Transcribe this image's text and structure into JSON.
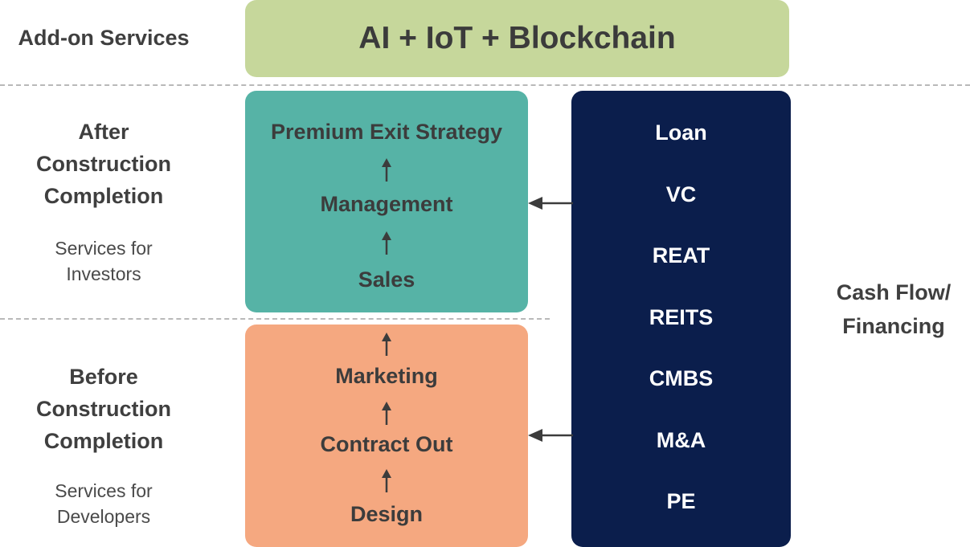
{
  "left_labels": {
    "addon": "Add-on Services",
    "after": {
      "line1": "After",
      "line2": "Construction",
      "line3": "Completion"
    },
    "after_sub": {
      "line1": "Services for",
      "line2": "Investors"
    },
    "before": {
      "line1": "Before",
      "line2": "Construction",
      "line3": "Completion"
    },
    "before_sub": {
      "line1": "Services for",
      "line2": "Developers"
    }
  },
  "addon_box": {
    "text": "AI + IoT + Blockchain",
    "color": "#c6d79b"
  },
  "after_box": {
    "color": "#56b3a6",
    "steps": [
      "Premium Exit Strategy",
      "Management",
      "Sales"
    ]
  },
  "before_box": {
    "color": "#f5a880",
    "steps": [
      "Marketing",
      "Contract Out",
      "Design"
    ]
  },
  "finance_box": {
    "color": "#0b1e4c",
    "items": [
      "Loan",
      "VC",
      "REAT",
      "REITS",
      "CMBS",
      "M&A",
      "PE"
    ]
  },
  "right_label": {
    "line1": "Cash Flow/",
    "line2": "Financing"
  }
}
